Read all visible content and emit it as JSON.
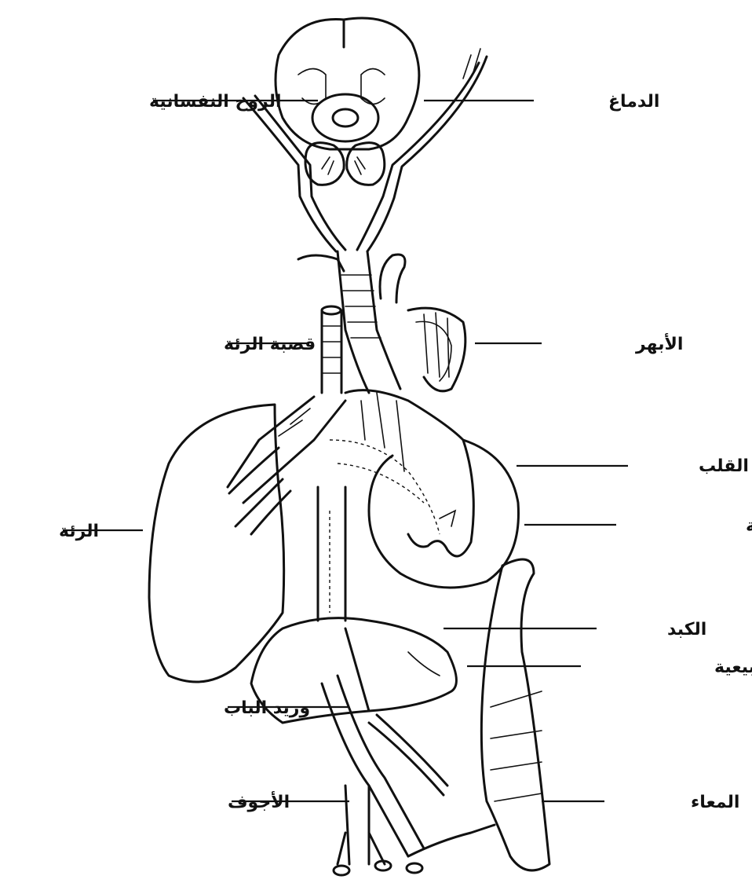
{
  "labels": {
    "soul_psychic": "الروح النفسانية",
    "brain": "الدماغ",
    "trachea": "قصبة الرئة",
    "arteries": "الأبهر",
    "heart": "القلب",
    "lung": "الرئة",
    "soul_animal": "الروح الحيوانية",
    "liver": "الكبد",
    "soul_natural": "الروح الطبيعية",
    "portal_vein": "وريد الباب",
    "vein": "الأجوف",
    "intestine": "المعاء"
  }
}
